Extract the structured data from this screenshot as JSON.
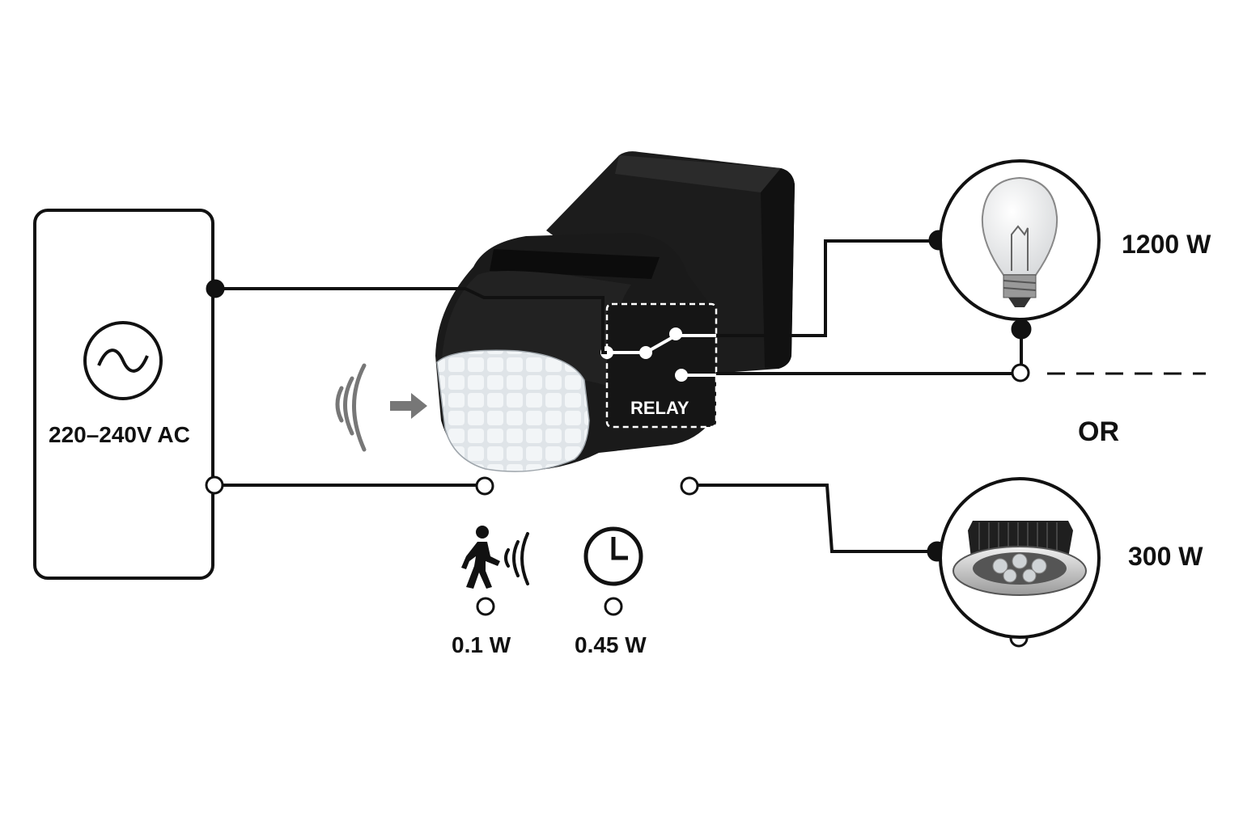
{
  "power_supply": {
    "label": "220–240V AC",
    "icon": "ac-sine-icon"
  },
  "sensor": {
    "relay_label": "RELAY",
    "detection_icon": "motion-waves-icon",
    "modes": [
      {
        "icon": "person-walking-icon",
        "power": "0.1 W"
      },
      {
        "icon": "clock-icon",
        "power": "0.45 W"
      }
    ]
  },
  "loads": [
    {
      "icon": "incandescent-bulb-icon",
      "power": "1200 W"
    },
    {
      "icon": "led-downlight-icon",
      "power": "300 W"
    }
  ],
  "separator": "OR",
  "colors": {
    "line": "#111111",
    "sensor_body": "#1a1a1a",
    "relay_text": "#ffffff",
    "lens": "#e4e8ec"
  }
}
